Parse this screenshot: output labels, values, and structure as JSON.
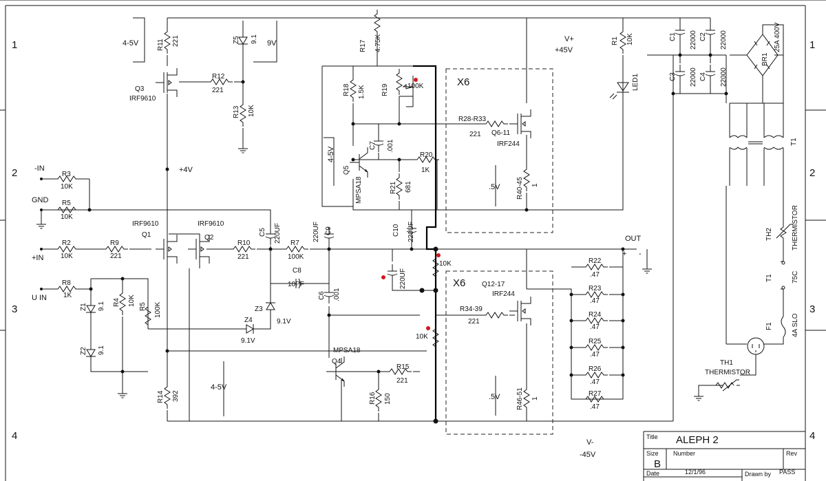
{
  "frame": {
    "rows": [
      "1",
      "2",
      "3",
      "4"
    ]
  },
  "supplies": {
    "vplus": "V+",
    "vplus_val": "+45V",
    "vminus": "V-",
    "vminus_val": "-45V",
    "plus4v": "+4V",
    "out": "OUT",
    "out_plus": "+",
    "out_minus": "-"
  },
  "inputs": {
    "minus_in": "-IN",
    "gnd": "GND",
    "plus_in": "+IN",
    "u_in": "U IN"
  },
  "notes": {
    "v45a": "4-5V",
    "v9": "9V",
    "v45b": "4-5V",
    "v45c": "4-5V",
    "v5a": ".5V",
    "v5b": ".5V",
    "x6a": "X6",
    "x6b": "X6"
  },
  "parts": {
    "r11": {
      "ref": "R11",
      "val": "221"
    },
    "r12": {
      "ref": "R12",
      "val": "221"
    },
    "r13": {
      "ref": "R13",
      "val": "10K"
    },
    "z5": {
      "ref": "Z5",
      "val": "9.1"
    },
    "q3": {
      "ref": "Q3",
      "val": "IRF9610"
    },
    "r17": {
      "ref": "R17",
      "val": "4.75K"
    },
    "r18": {
      "ref": "R18",
      "val": "1.5K"
    },
    "r19": {
      "ref": "R19",
      "val": "100K"
    },
    "c7": {
      "ref": "C7",
      "val": ".001"
    },
    "r20": {
      "ref": "R20",
      "val": "1K"
    },
    "r21": {
      "ref": "R21",
      "val": "681"
    },
    "q5": {
      "ref": "Q5",
      "val": "MPSA18"
    },
    "r28": {
      "ref": "R28-R33",
      "val": "221"
    },
    "q611": {
      "ref": "Q6-11",
      "val": "IRF244"
    },
    "r4045": {
      "ref": "R40-45",
      "val": "1"
    },
    "r1": {
      "ref": "R1",
      "val": "10K"
    },
    "led1": {
      "ref": "LED1"
    },
    "c1": {
      "ref": "C1",
      "val": "22000"
    },
    "c2": {
      "ref": "C2",
      "val": "22000"
    },
    "c3": {
      "ref": "C3",
      "val": "22000"
    },
    "c4": {
      "ref": "C4",
      "val": "22000"
    },
    "br1": {
      "ref": "BR1",
      "val": "25A 400V"
    },
    "t1": {
      "ref": "T1"
    },
    "r3": {
      "ref": "R3",
      "val": "10K"
    },
    "r5": {
      "ref": "R5",
      "val": "10K"
    },
    "r2": {
      "ref": "R2",
      "val": "10K"
    },
    "r9": {
      "ref": "R9",
      "val": "221"
    },
    "q1": {
      "ref": "Q1",
      "val": "IRF9610"
    },
    "q2": {
      "ref": "Q2",
      "val": "IRF9610"
    },
    "r10": {
      "ref": "R10",
      "val": "221"
    },
    "r7": {
      "ref": "R7",
      "val": "100K"
    },
    "c5": {
      "ref": "C5",
      "val": "220UF"
    },
    "c9": {
      "ref": "C9",
      "val": "220UF"
    },
    "c8": {
      "ref": "C8",
      "val": "10PF"
    },
    "c10": {
      "ref": "C10",
      "val": "220UF"
    },
    "c11": {
      "val": "220UF"
    },
    "c6": {
      "ref": "C6",
      "val": ".001"
    },
    "r8": {
      "ref": "R8",
      "val": "1K"
    },
    "z1": {
      "ref": "Z1",
      "val": "9.1"
    },
    "z2": {
      "ref": "Z2",
      "val": "9.1"
    },
    "r4": {
      "ref": "R4",
      "val": "10K"
    },
    "r5b": {
      "ref": "R5",
      "val": "100K"
    },
    "z3": {
      "ref": "Z3",
      "val": "9.1V"
    },
    "z4": {
      "ref": "Z4",
      "val": "9.1V"
    },
    "r14": {
      "ref": "R14",
      "val": "392"
    },
    "q4": {
      "ref": "Q4",
      "val": "MPSA18"
    },
    "r15": {
      "ref": "R15",
      "val": "221"
    },
    "r16": {
      "ref": "R16",
      "val": "150"
    },
    "r10k_a": {
      "val": "10K"
    },
    "r10k_b": {
      "val": "10K"
    },
    "q1217": {
      "ref": "Q12-17",
      "val": "IRF244"
    },
    "r3439": {
      "ref": "R34-39",
      "val": "221"
    },
    "r4651": {
      "ref": "R46-51",
      "val": "1"
    },
    "r22": {
      "ref": "R22",
      "val": ".47"
    },
    "r23": {
      "ref": "R23",
      "val": ".47"
    },
    "r24": {
      "ref": "R24",
      "val": ".47"
    },
    "r25": {
      "ref": "R25",
      "val": ".47"
    },
    "r26": {
      "ref": "R26",
      "val": ".47"
    },
    "r27": {
      "ref": "R27",
      "val": ".47"
    },
    "th1": {
      "ref": "TH1",
      "val": "THERMISTOR"
    },
    "th2": {
      "ref": "TH2",
      "val": "THERMISTOR"
    },
    "t1sw": {
      "ref": "T1",
      "val": "75C"
    },
    "f1": {
      "ref": "F1",
      "val": "4A SLO"
    }
  },
  "title_block": {
    "title_label": "Title",
    "title": "ALEPH 2",
    "size_label": "Size",
    "size": "B",
    "number_label": "Number",
    "rev_label": "Rev",
    "date_label": "Date",
    "date": "12/1/96",
    "drawn_label": "Drawn by",
    "drawn": "PASS"
  }
}
